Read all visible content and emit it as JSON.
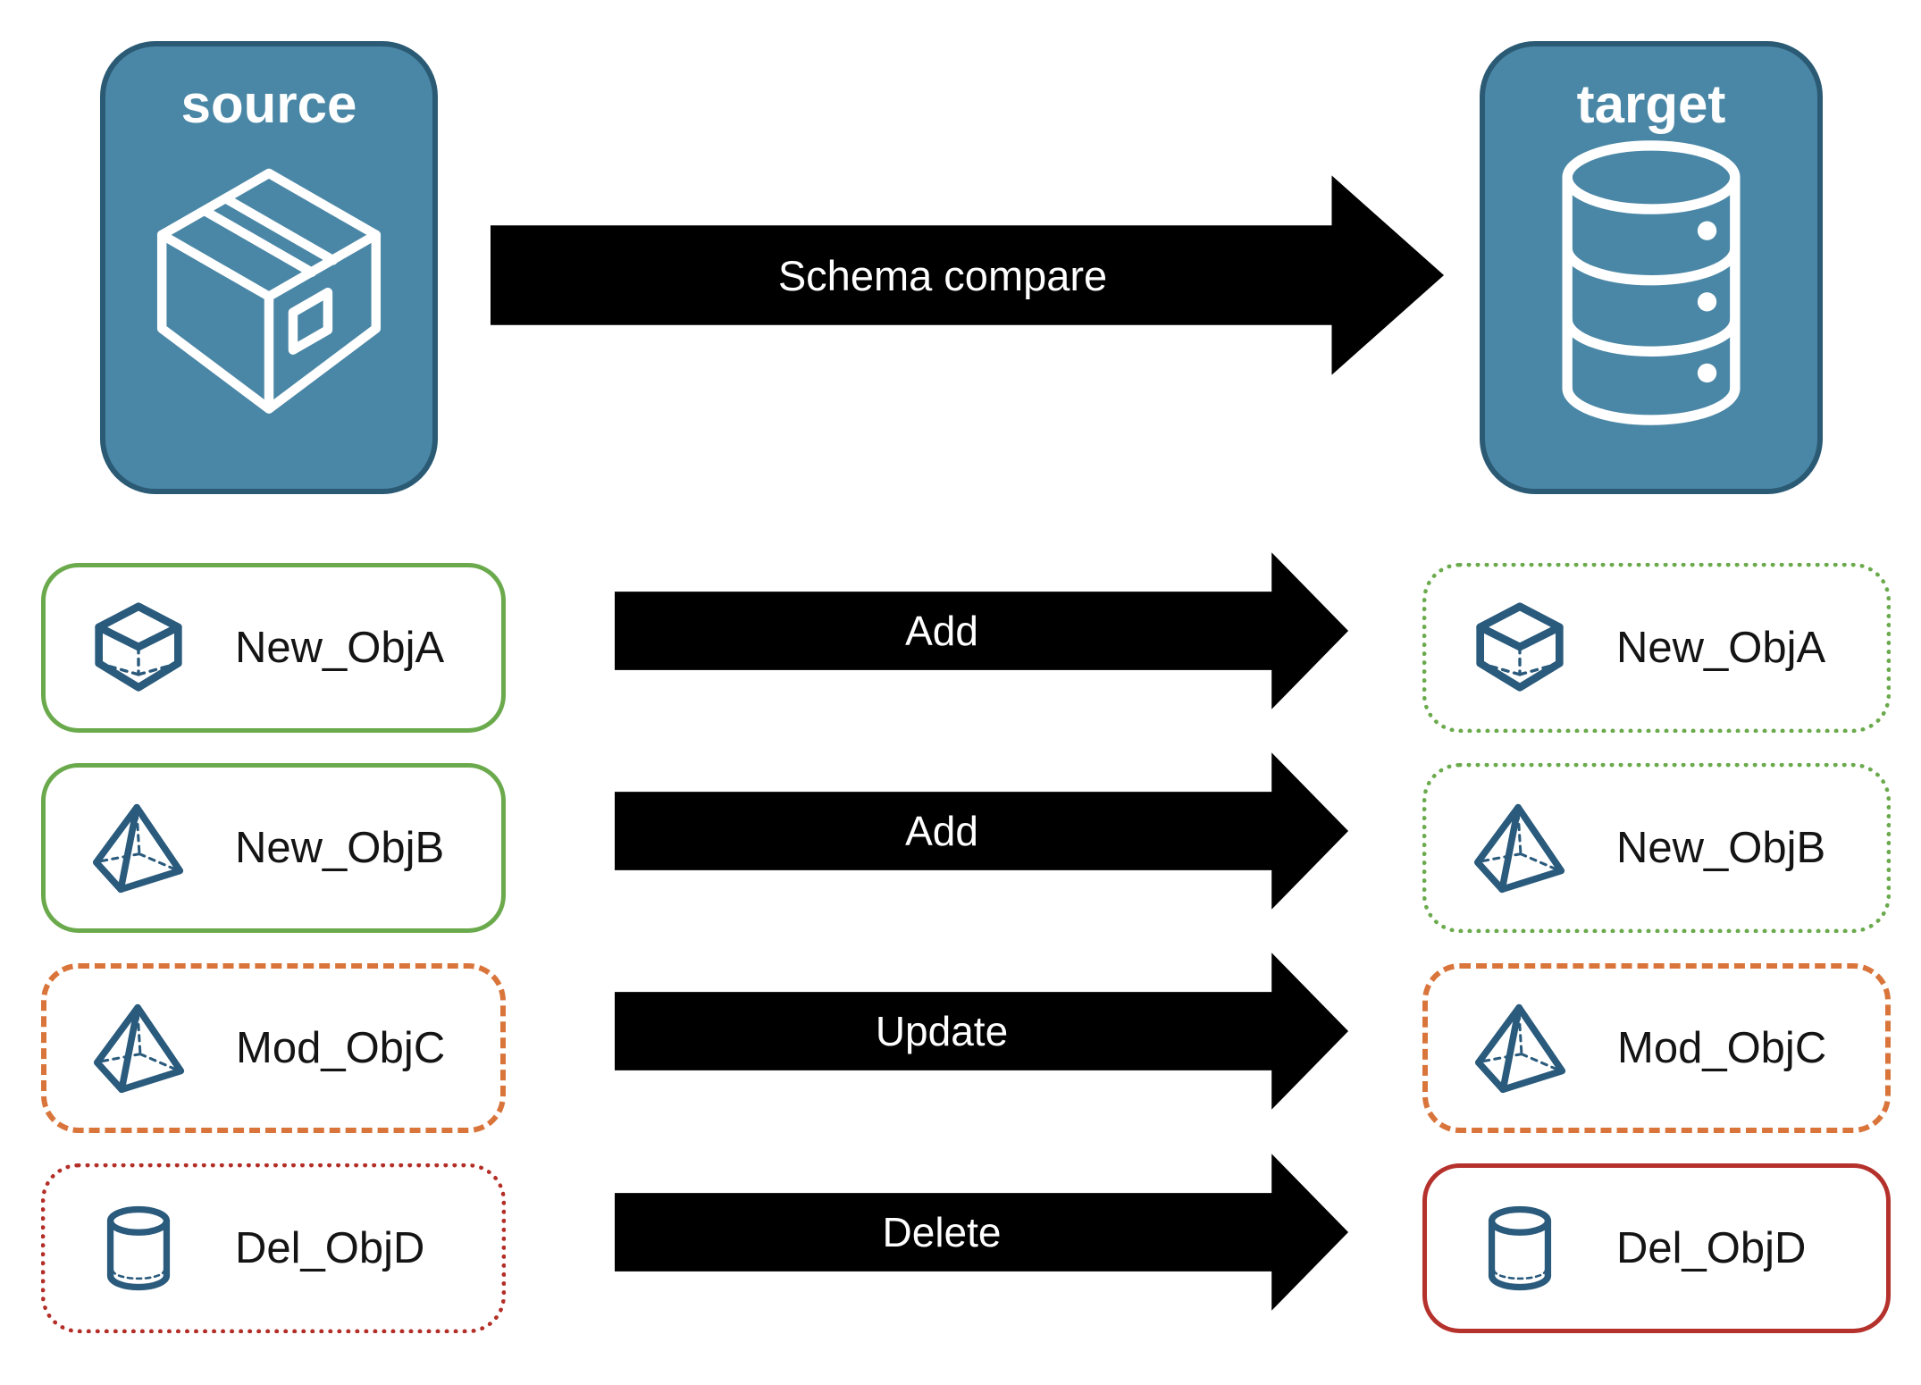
{
  "source_panel": {
    "title": "source",
    "icon": "package-icon"
  },
  "target_panel": {
    "title": "target",
    "icon": "database-icon"
  },
  "compare_arrow": {
    "label": "Schema compare"
  },
  "colors": {
    "panel_blue": "#4a87a6",
    "panel_border": "#2b5a74",
    "icon_blue": "#2a5a7c",
    "navy_arrow": "#2e4d68",
    "green_arrow": "#599a38",
    "green_border": "#6aaa4c",
    "orange_arrow": "#d26e36",
    "orange_border": "#d9753b",
    "red_arrow": "#ad2827",
    "red_border": "#b5312c"
  },
  "rows": [
    {
      "left": {
        "label": "New_ObjA",
        "icon": "cube-icon",
        "border_style": "solid-green"
      },
      "arrow": {
        "label": "Add",
        "color": "green"
      },
      "right": {
        "label": "New_ObjA",
        "icon": "cube-icon",
        "border_style": "dotted-green"
      }
    },
    {
      "left": {
        "label": "New_ObjB",
        "icon": "pyramid-icon",
        "border_style": "solid-green"
      },
      "arrow": {
        "label": "Add",
        "color": "green"
      },
      "right": {
        "label": "New_ObjB",
        "icon": "pyramid-icon",
        "border_style": "dotted-green"
      }
    },
    {
      "left": {
        "label": "Mod_ObjC",
        "icon": "pyramid-icon",
        "border_style": "dashed-orange"
      },
      "arrow": {
        "label": "Update",
        "color": "orange"
      },
      "right": {
        "label": "Mod_ObjC",
        "icon": "pyramid-icon",
        "border_style": "dashed-orange"
      }
    },
    {
      "left": {
        "label": "Del_ObjD",
        "icon": "cylinder-icon",
        "border_style": "dotted-red"
      },
      "arrow": {
        "label": "Delete",
        "color": "red"
      },
      "right": {
        "label": "Del_ObjD",
        "icon": "cylinder-icon",
        "border_style": "solid-red"
      }
    }
  ]
}
